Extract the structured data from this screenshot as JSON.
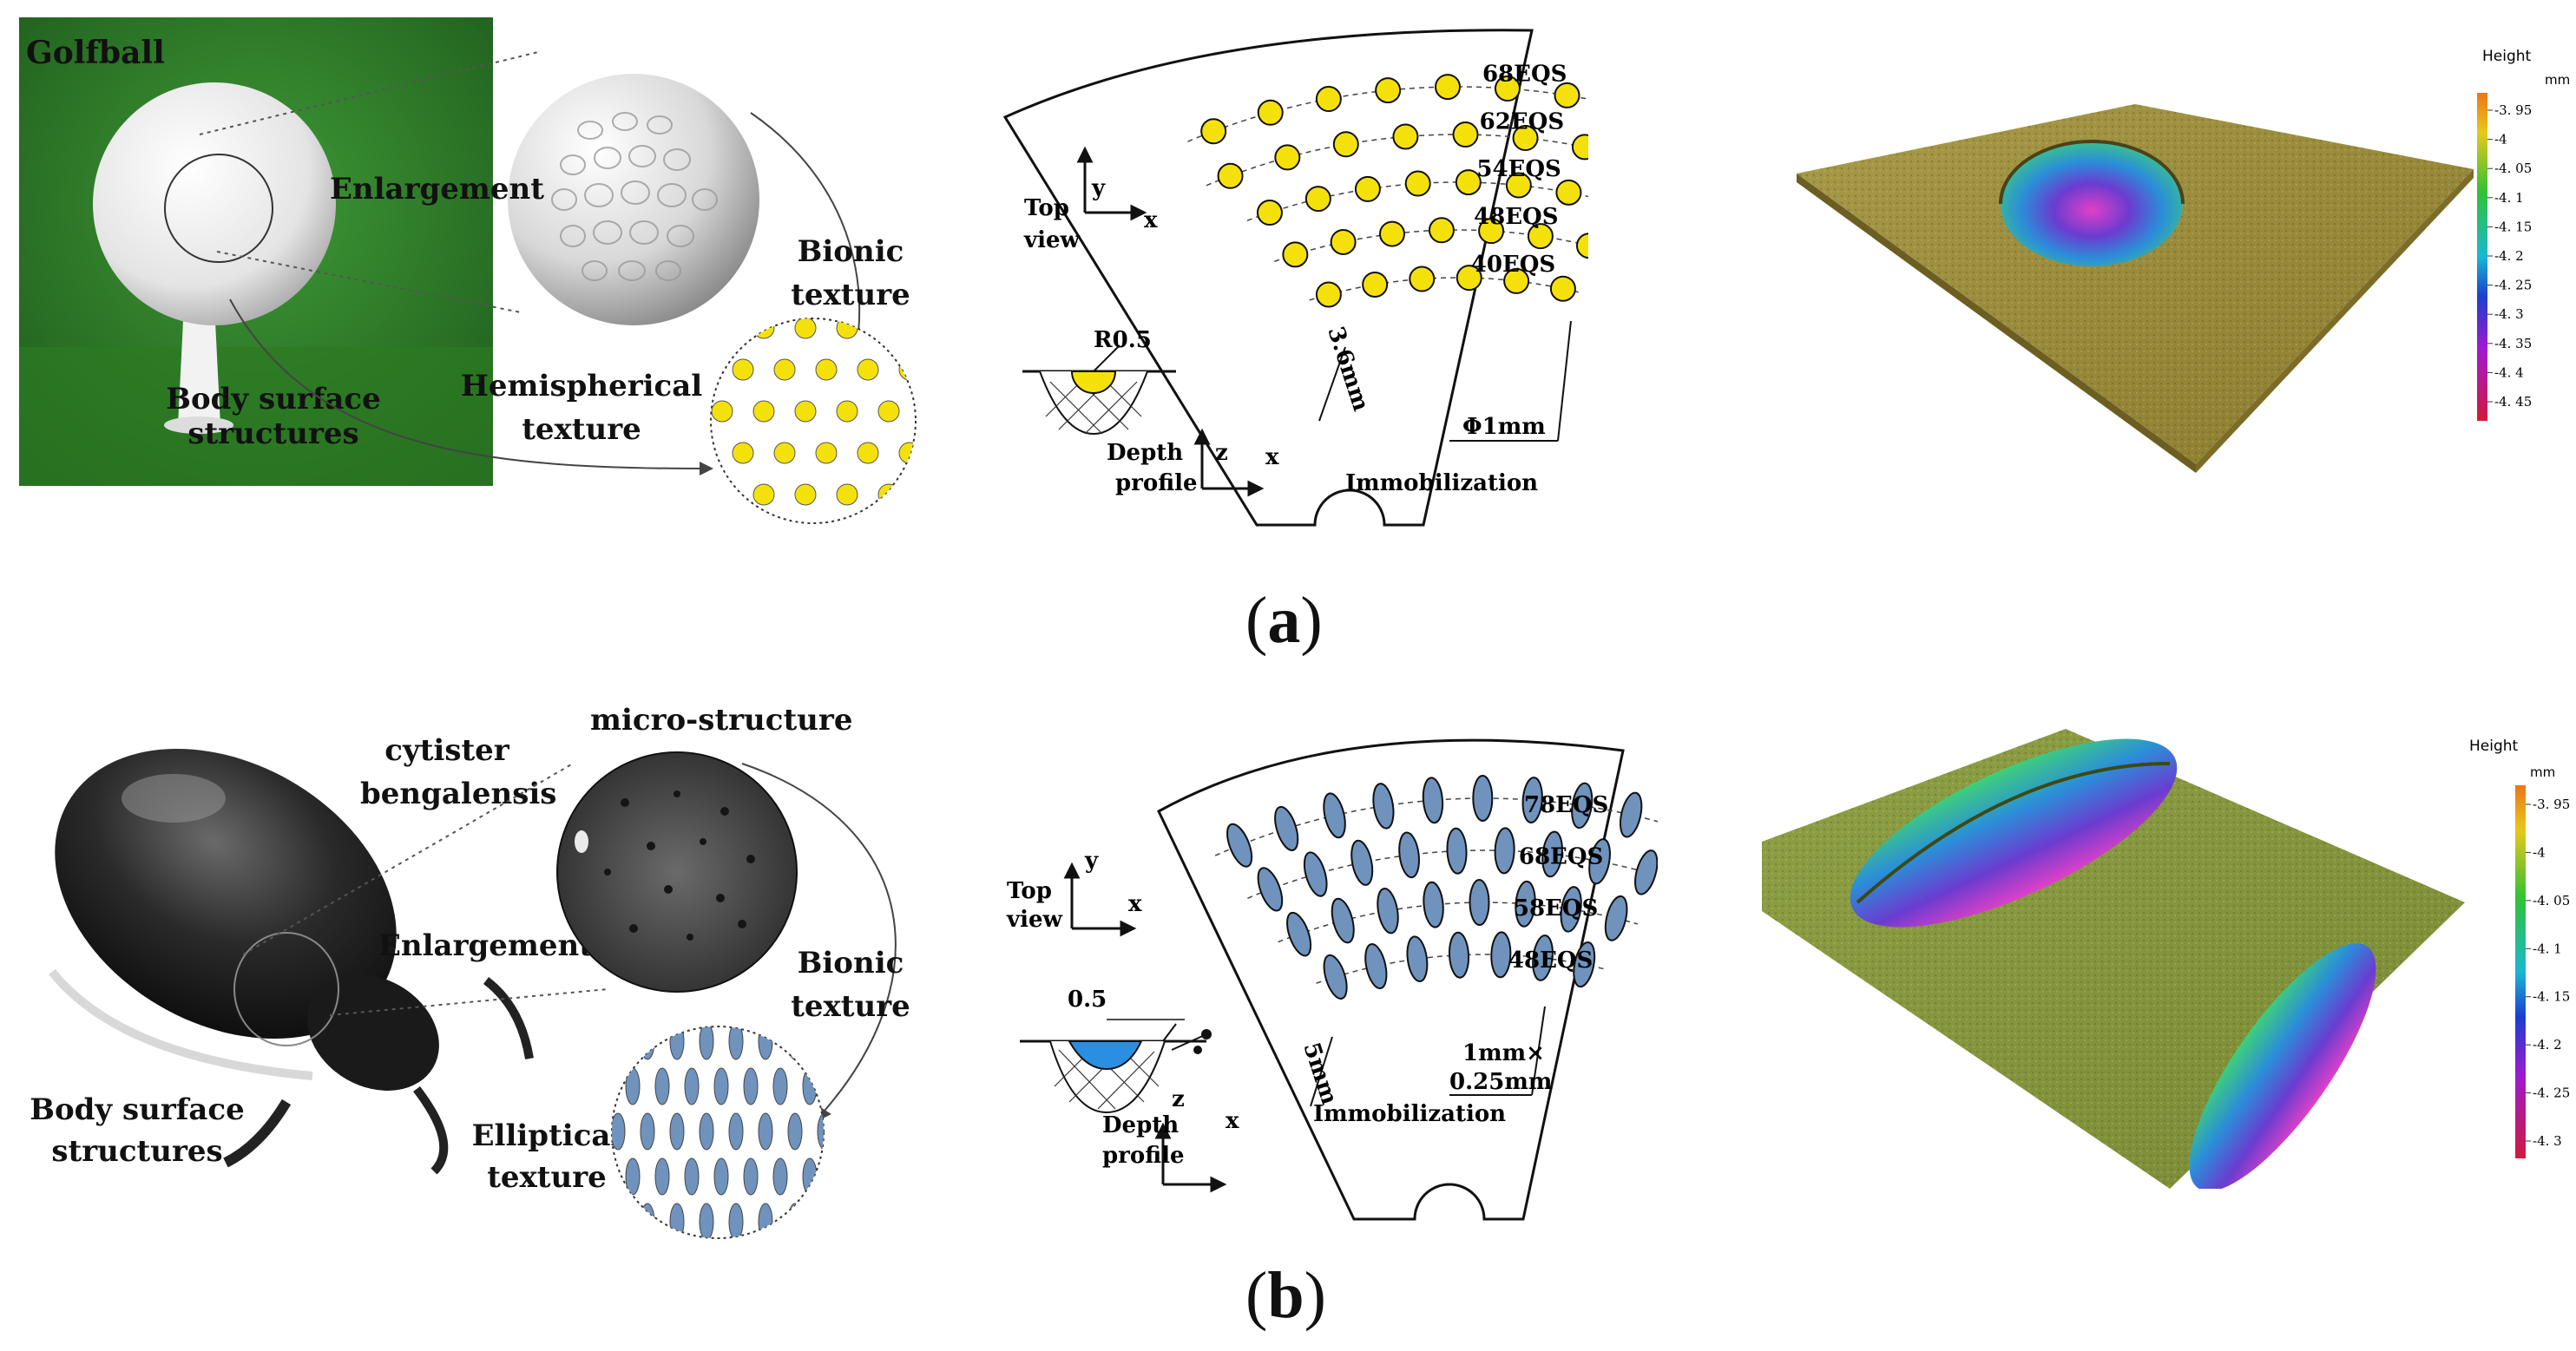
{
  "row_a": {
    "caption": "a",
    "photo_label": "Golfball",
    "enlargement": "Enlargement",
    "bionic_texture": [
      "Bionic",
      "texture"
    ],
    "texture_name": [
      "Hemispherical",
      "texture"
    ],
    "body_surface": [
      "Body surface",
      "structures"
    ],
    "diagram": {
      "top_view": [
        "Top",
        "view"
      ],
      "axis_y": "y",
      "axis_x": "x",
      "axis_z": "z",
      "depth_profile": [
        "Depth",
        "profile"
      ],
      "radius": "R0.5",
      "spacing": "3.6mm",
      "diameter": "Φ1mm",
      "immobilization": "Immobilization",
      "rows": [
        "68EQS",
        "62EQS",
        "54EQS",
        "48EQS",
        "40EQS"
      ]
    },
    "legend": {
      "title": "Height",
      "unit": "mm",
      "ticks": [
        "-3. 95",
        "-4",
        "-4. 05",
        "-4. 1",
        "-4. 15",
        "-4. 2",
        "-4. 25",
        "-4. 3",
        "-4. 35",
        "-4. 4",
        "-4. 45"
      ]
    }
  },
  "row_b": {
    "caption": "b",
    "species": [
      "cytister",
      "bengalensis"
    ],
    "micro": "micro-structure",
    "enlargement": "Enlargement",
    "bionic_texture": [
      "Bionic",
      "texture"
    ],
    "texture_name": [
      "Elliptical",
      "texture"
    ],
    "body_surface": [
      "Body surface",
      "structures"
    ],
    "diagram": {
      "top_view": [
        "Top",
        "view"
      ],
      "axis_y": "y",
      "axis_x": "x",
      "axis_z": "z",
      "depth_profile": [
        "Depth",
        "profile"
      ],
      "depth_val": "0.5",
      "spacing": "5mm",
      "size": [
        "1mm×",
        "0.25mm"
      ],
      "immobilization": "Immobilization",
      "rows": [
        "78EQS",
        "68EQS",
        "58EQS",
        "48EQS"
      ]
    },
    "legend": {
      "title": "Height",
      "unit": "mm",
      "ticks": [
        "-3. 95",
        "-4",
        "-4. 05",
        "-4. 1",
        "-4. 15",
        "-4. 2",
        "-4. 25",
        "-4. 3"
      ]
    }
  },
  "colors": {
    "yellow_dimple": "#f5e10a",
    "blue_ellipse": "#6f93bd",
    "grass": "#2f7a2a",
    "surface": "#9b8f3c"
  }
}
